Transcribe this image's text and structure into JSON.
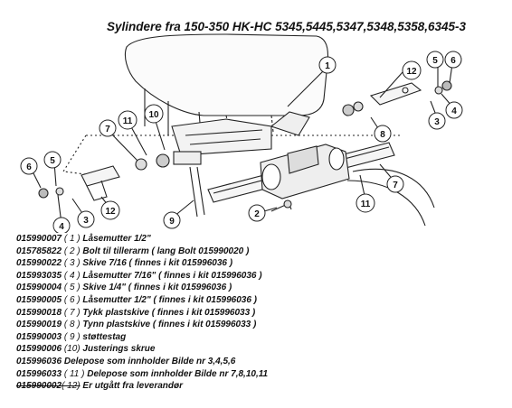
{
  "title": "Sylindere fra 150-350 HK-HC 5345,5445,5347,5348,5358,6345-3",
  "callouts": [
    "1",
    "2",
    "3",
    "4",
    "5",
    "6",
    "7",
    "8",
    "9",
    "10",
    "11",
    "12"
  ],
  "parts": [
    {
      "number": "015990007",
      "ref": "( 1 )",
      "description": "Låsemutter 1/2\"",
      "strike": false
    },
    {
      "number": "015785822",
      "ref": "( 2 )",
      "description": "Bolt til tillerarm  ( lang Bolt 015990020 )",
      "strike": false
    },
    {
      "number": "015990022",
      "ref": "( 3 )",
      "description": "Skive  7/16  ( finnes i kit 015996036 )",
      "strike": false
    },
    {
      "number": "015993035",
      "ref": "( 4 )",
      "description": "Låsemutter 7/16\" ( finnes i kit 015996036 )",
      "strike": false
    },
    {
      "number": "015990004",
      "ref": "( 5 )",
      "description": "Skive 1/4\"   ( finnes i kit  015996036 )",
      "strike": false
    },
    {
      "number": "015990005",
      "ref": "( 6 )",
      "description": "Låsemutter 1/2\" ( finnes i kit  015996036 )",
      "strike": false
    },
    {
      "number": "015990018",
      "ref": "( 7 )",
      "description": "Tykk plastskive  ( finnes i kit 015996033 )",
      "strike": false
    },
    {
      "number": "015990019",
      "ref": "( 8 )",
      "description": "Tynn plastskive ( finnes i kit 015996033 )",
      "strike": false
    },
    {
      "number": "015990003",
      "ref": "( 9 )",
      "description": "støttestag",
      "strike": false
    },
    {
      "number": "015990006",
      "ref": "(10)",
      "description": "Justerings skrue",
      "strike": false
    },
    {
      "number": "015996036",
      "ref": "",
      "description": "Delepose som innholder Bilde nr 3,4,5,6",
      "strike": false
    },
    {
      "number": "015996033",
      "ref": "( 11 )",
      "description": "Delepose som innholder Bilde nr 7,8,10,11",
      "strike": false
    },
    {
      "number": "015990002",
      "ref": "( 12)",
      "description": "Er utgått fra leverandør",
      "strike": true
    }
  ]
}
